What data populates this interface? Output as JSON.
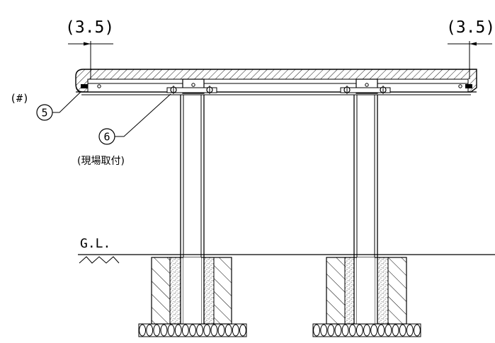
{
  "labels": {
    "dim_left": "(3.5)",
    "dim_right": "(3.5)",
    "hash": "(#)",
    "callout_5": "5",
    "callout_6": "6",
    "note_6": "(現場取付)",
    "ground_line": "G.L."
  },
  "colors": {
    "line": "#000000",
    "background": "#ffffff"
  }
}
